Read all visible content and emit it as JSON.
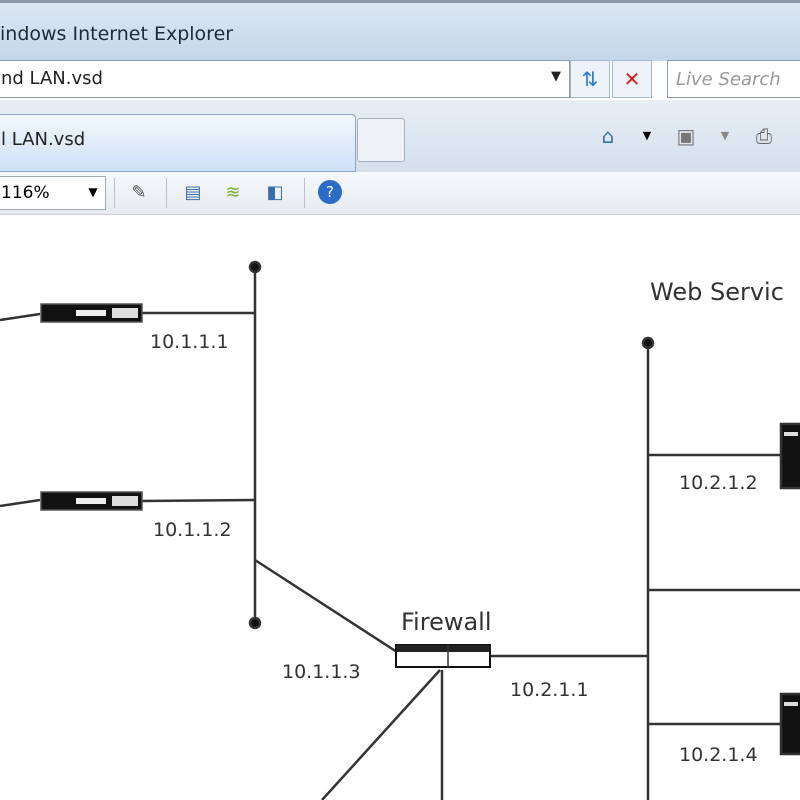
{
  "window": {
    "title": "indows Internet Explorer"
  },
  "address_bar": {
    "value": "nd LAN.vsd",
    "refresh_icon": "refresh-icon",
    "stop_icon": "stop-icon"
  },
  "search": {
    "placeholder": "Live Search"
  },
  "tab": {
    "label": "l LAN.vsd"
  },
  "viewer_toolbar": {
    "zoom": "116%"
  },
  "diagram": {
    "labels": {
      "web": "Web Servic",
      "firewall": "Firewall",
      "ip1": "10.1.1.1",
      "ip2": "10.1.1.2",
      "ip3": "10.1.1.3",
      "ip4": "10.2.1.1",
      "ip5": "10.2.1.2",
      "ip6": "10.2.1.4"
    }
  }
}
